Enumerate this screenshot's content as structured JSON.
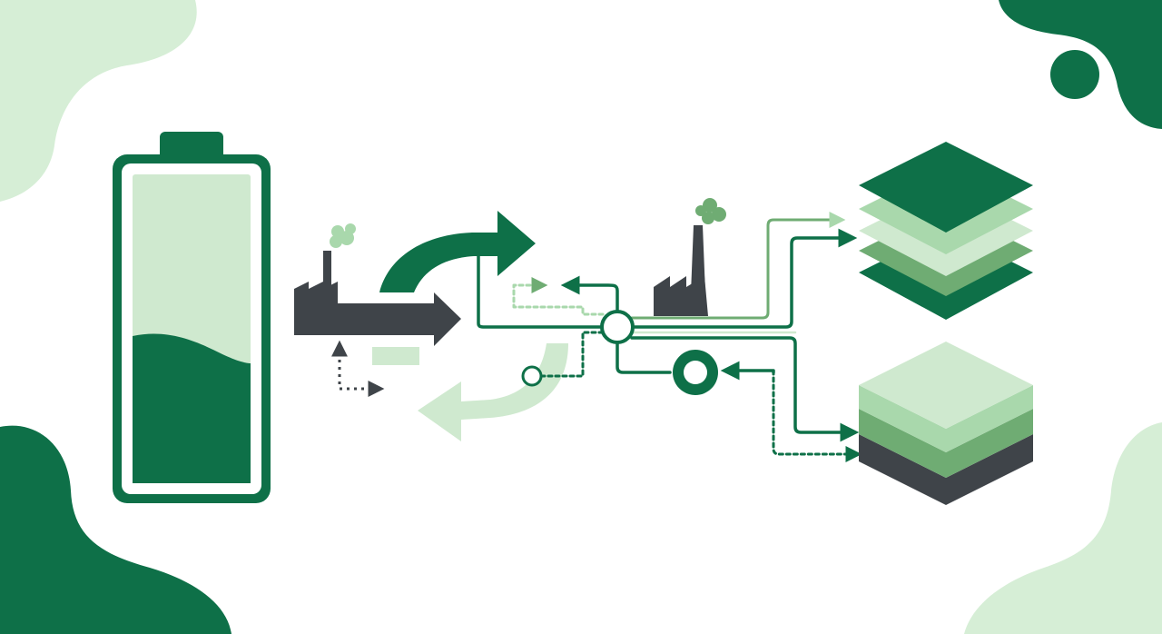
{
  "diagram": {
    "kind": "battery-recycling-flow",
    "labels": []
  },
  "colors": {
    "dark_green": "#0e7048",
    "mid_green": "#6fac73",
    "light_green": "#cfe9cf",
    "pale_green": "#a9d8ac",
    "charcoal": "#3f4449",
    "background": "#ffffff"
  },
  "nodes": [
    {
      "id": "battery",
      "icon": "battery-icon",
      "charge_level": 0.42
    },
    {
      "id": "factory-input",
      "icon": "factory-icon"
    },
    {
      "id": "recycle-loop",
      "icon": "recycle-arrows-icon"
    },
    {
      "id": "junction-1",
      "icon": "node-circle-icon"
    },
    {
      "id": "junction-2",
      "icon": "node-ring-icon"
    },
    {
      "id": "factory-processing",
      "icon": "factory-icon"
    },
    {
      "id": "output-layers",
      "icon": "layered-material-stack-icon"
    },
    {
      "id": "output-block",
      "icon": "material-block-icon"
    }
  ]
}
